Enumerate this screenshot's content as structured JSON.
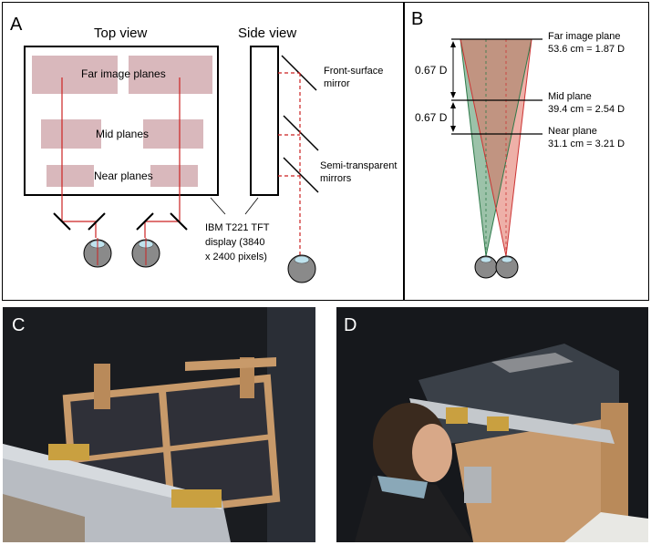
{
  "panelA": {
    "letter": "A",
    "top_view_title": "Top view",
    "side_view_title": "Side view",
    "labels": {
      "far": "Far image planes",
      "mid": "Mid planes",
      "near": "Near planes",
      "front_mirror_1": "Front-surface",
      "front_mirror_2": "mirror",
      "semi_1": "Semi-transparent",
      "semi_2": "mirrors",
      "display_1": "IBM T221 TFT",
      "display_2": "display (3840",
      "display_3": "x 2400 pixels)"
    },
    "colors": {
      "plane": "#d9b8bc",
      "ray": "#cc2222",
      "eye": "#8a8a8a",
      "lens": "#bfe3ee"
    }
  },
  "panelB": {
    "letter": "B",
    "far_label": "Far image plane",
    "far_value": "53.6 cm = 1.87 D",
    "mid_label": "Mid plane",
    "mid_value": "39.4 cm = 2.54 D",
    "near_label": "Near plane",
    "near_value": "31.1 cm = 3.21 D",
    "gap1": "0.67 D",
    "gap2": "0.67 D",
    "colors": {
      "left_frustum": "#5a9a70",
      "right_frustum": "#e07060",
      "overlap": "#8a6a3a"
    }
  },
  "panelC": {
    "letter": "C"
  },
  "panelD": {
    "letter": "D"
  }
}
